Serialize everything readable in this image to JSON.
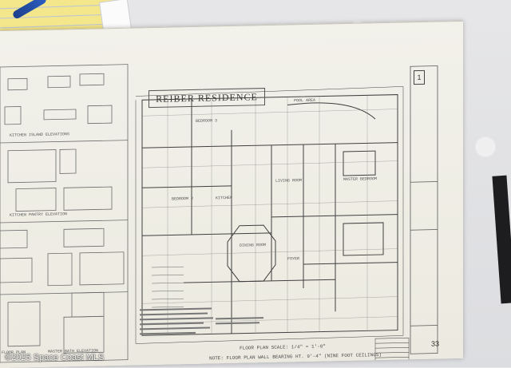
{
  "photo": {
    "subject": "architectural floor plan blueprint on table",
    "colors": {
      "paper": "#efeee6",
      "ink": "#4a4a4a",
      "notepad": "#f4e68a",
      "pen": "#1d3f8a"
    }
  },
  "blueprint": {
    "title": "REIBER RESIDENCE",
    "scale_note": "FLOOR PLAN   SCALE: 1/4\" = 1'-0\"",
    "bearing_note": "NOTE: FLOOR PLAN WALL BEARING HT. 9'-4\"  (NINE FOOT CEILINGS)",
    "sheet_number": "1",
    "sheet_code": "33",
    "rooms": {
      "pool_area": "POOL AREA",
      "living": "LIVING ROOM",
      "master": "MASTER BEDROOM",
      "dining": "DINING ROOM",
      "kitchen": "KITCHEN",
      "bedroom2": "BEDROOM 2",
      "bedroom3": "BEDROOM 3",
      "foyer": "FOYER"
    },
    "elevations": {
      "kitchen_island": "KITCHEN ISLAND ELEVATIONS",
      "kitchen_pantry": "KITCHEN PANTRY ELEVATION",
      "master_bath": "MASTER BATH ELEVATION",
      "floor_plan": "FLOOR PLAN"
    }
  },
  "watermark": "©2025 Space Coast MLS"
}
